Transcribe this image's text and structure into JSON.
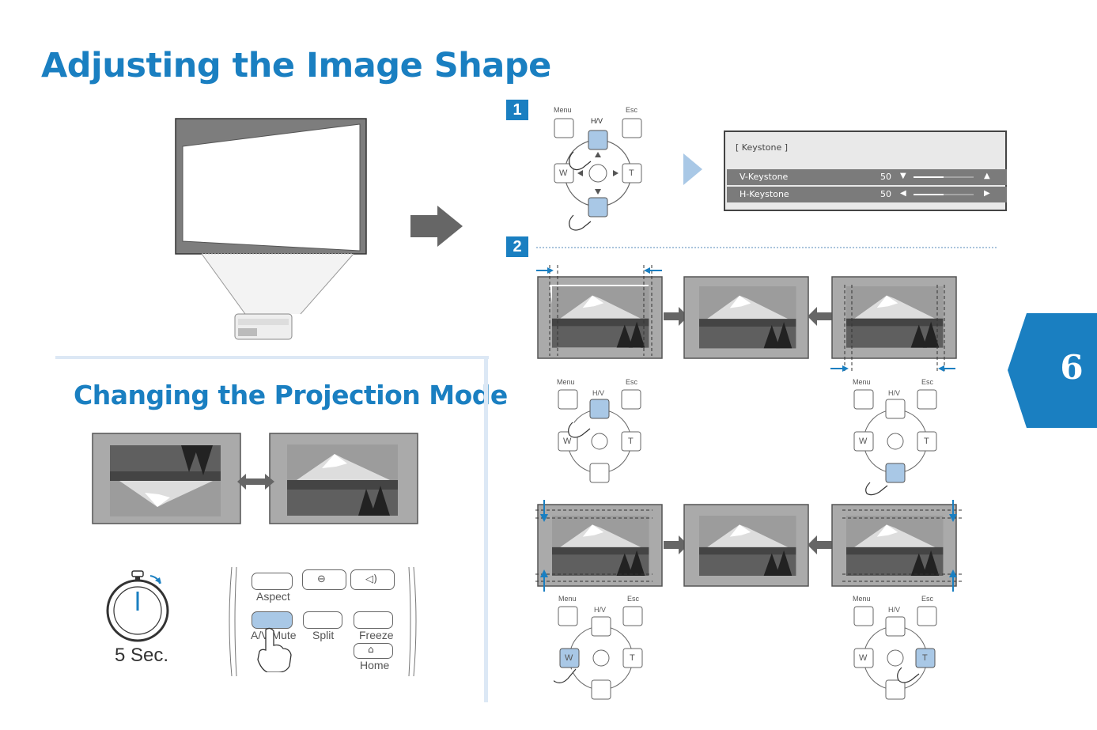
{
  "page": {
    "title": "Adjusting the Image Shape",
    "subtitle": "Changing the Projection Mode",
    "chapter_number": "6"
  },
  "steps": [
    "1",
    "2"
  ],
  "remote_pad": {
    "menu": "Menu",
    "esc": "Esc",
    "hv": "H/V",
    "w": "W",
    "t": "T"
  },
  "osd": {
    "header": "[ Keystone ]",
    "rows": [
      {
        "label": "V-Keystone",
        "value": "50",
        "level": 0.5
      },
      {
        "label": "H-Keystone",
        "value": "50",
        "level": 0.5
      }
    ]
  },
  "timer": {
    "label": "5 Sec."
  },
  "remote_buttons": {
    "aspect": "Aspect",
    "av_mute": "A/V Mute",
    "split": "Split",
    "freeze": "Freeze",
    "home": "Home"
  },
  "colors": {
    "accent": "#1a7fc1",
    "highlight": "#a9c8e6",
    "frame": "#555555"
  }
}
